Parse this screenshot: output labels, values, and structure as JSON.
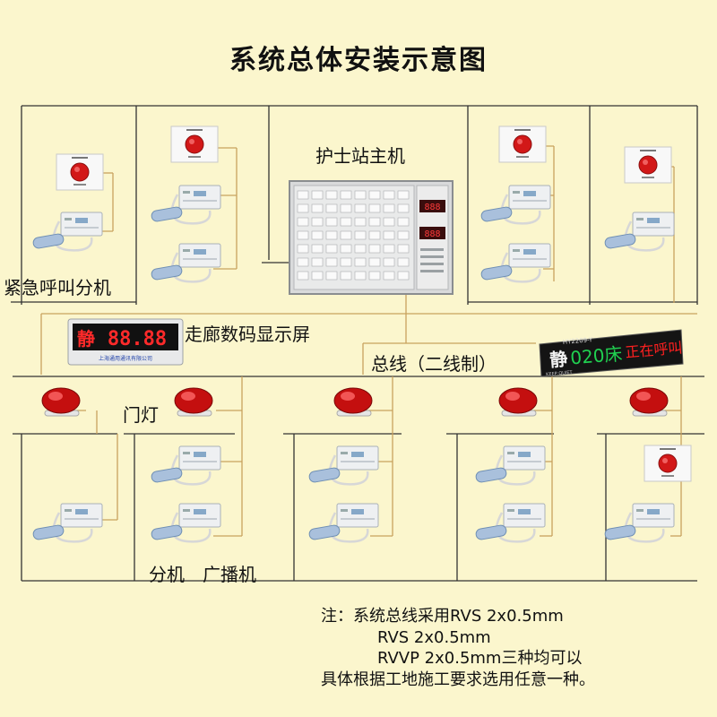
{
  "title": "系统总体安装示意图",
  "labels": {
    "nurse_station": "护士站主机",
    "emergency_unit": "紧急呼叫分机",
    "corridor_display": "走廊数码显示屏",
    "bus": "总线（二线制）",
    "door_light": "门灯",
    "extension": "分机",
    "broadcaster": "广播机"
  },
  "corridor_screen": {
    "quiet_char": "静",
    "digits": "88.88",
    "footer": "上海通用通讯有限公司"
  },
  "led_bar": {
    "model": "HY2209-Y",
    "quiet_char": "静",
    "sub": "KEEP QUIET",
    "bed": "020床",
    "status": "正在呼叫"
  },
  "note_lines": [
    "注：系统总线采用RVS 2x0.5mm",
    "           RVS 2x0.5mm",
    "           RVVP 2x0.5mm三种均可以",
    "具体根据工地施工要求选用任意一种。"
  ],
  "colors": {
    "background": "#fbf6cd",
    "wire": "#c8a25e",
    "grid": "#333333",
    "led_red": "#ff2020",
    "led_green": "#20d050"
  }
}
